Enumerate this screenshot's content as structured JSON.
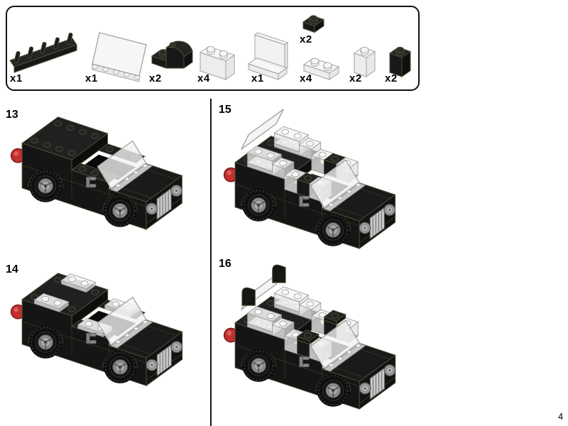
{
  "page": {
    "number": "4"
  },
  "parts_box": {
    "parts": [
      {
        "id": "hinge-plate-1x4-black",
        "label": "black hinge plate 1x4 with upright clips",
        "count": "x1",
        "color": "#1a1a1a"
      },
      {
        "id": "windscreen-trans-clear",
        "label": "trans-clear windscreen panel",
        "count": "x1",
        "color": "#f2f2f2"
      },
      {
        "id": "curved-slope-black",
        "label": "black curved slope brick 2x1",
        "count": "x2",
        "color": "#1a1a1a"
      },
      {
        "id": "brick-1x2-trans-clear",
        "label": "trans-clear brick 1x2",
        "count": "x4",
        "color": "#f2f2f2"
      },
      {
        "id": "panel-1x2-trans-clear",
        "label": "trans-clear panel 1x2x1",
        "count": "x1",
        "color": "#f2f2f2"
      },
      {
        "id": "plate-1x2-trans-clear",
        "label": "trans-clear plate 1x2",
        "count": "x4",
        "color": "#f2f2f2"
      },
      {
        "id": "brick-1x1-trans-clear",
        "label": "trans-clear brick 1x1",
        "count": "x2",
        "color": "#f2f2f2"
      },
      {
        "id": "brick-1x1-black",
        "label": "black brick 1x1",
        "count": "x2",
        "color": "#1a1a1a"
      },
      {
        "id": "plate-1x1-black",
        "label": "black plate 1x1",
        "count": "x2",
        "color": "#1a1a1a"
      }
    ]
  },
  "steps": [
    {
      "number": "13",
      "stage": 1,
      "depicts": "black car body with wheels, red taillight, grille, headlights and front windscreen"
    },
    {
      "number": "14",
      "stage": 2,
      "depicts": "adds trans-clear 1x2 plates on side rails and rear deck"
    },
    {
      "number": "15",
      "stage": 3,
      "depicts": "adds trans-clear window bricks, black pillar bricks and rear window panel"
    },
    {
      "number": "16",
      "stage": 4,
      "depicts": "adds black curved roof corners and black pillar caps"
    }
  ],
  "colors": {
    "black_part": "#1a1a1a",
    "trans_part": "#f0f0f0",
    "edge_line": "#4e4e34",
    "red_taillight": "#c23030",
    "grille": "#c8c8c8",
    "wheel_hub": "#909090",
    "background": "#ffffff"
  }
}
